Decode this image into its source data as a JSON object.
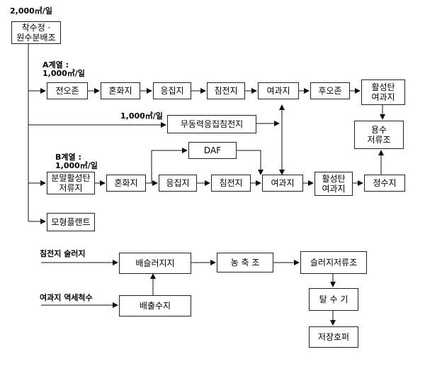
{
  "labels": {
    "flow_total": "2,000㎥/일",
    "line_a": "A계열 :\n1,000㎥/일",
    "line_mid": "1,000㎥/일",
    "line_b": "B계열 :\n1,000㎥/일",
    "sludge_in": "침전지 슬러지",
    "backwash_in": "여과지 역세척수"
  },
  "boxes": {
    "intake": "착수정 ·\n원수분배조",
    "a_ozone": "전오존",
    "a_mix": "혼화지",
    "a_floc": "응집지",
    "a_sed": "침전지",
    "a_filter": "여과지",
    "a_postozone": "후오존",
    "a_gac": "활성탄\n여과지",
    "clear_well": "용수\n저류조",
    "mid_sed": "무동력응집침전지",
    "daf": "DAF",
    "b_pac": "분말활성탄\n저류지",
    "b_mix": "혼화지",
    "b_floc": "응집지",
    "b_sed": "침전지",
    "b_filter": "여과지",
    "b_gac": "활성탄\n여과지",
    "b_clear": "정수지",
    "pilot": "모형플랜트",
    "sludge_basin": "배슬러지지",
    "backwash_basin": "배출수지",
    "thickener": "농 축 조",
    "sludge_storage": "슬러지저류조",
    "dewater": "탈 수 기",
    "hopper": "저장호퍼"
  }
}
